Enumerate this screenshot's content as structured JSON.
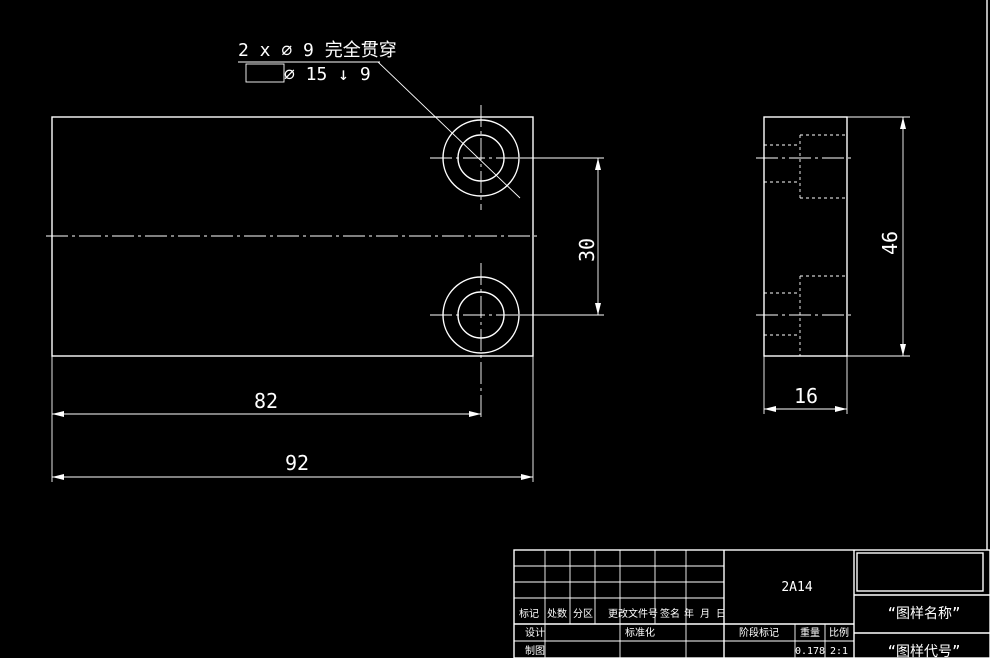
{
  "annotation": {
    "hole_callout": "2 x ⌀  9 完全贯穿",
    "counterbore": "⌀ 15 ↓ 9"
  },
  "dimensions": {
    "hole_to_edge": "82",
    "overall_length": "92",
    "hole_spacing": "30",
    "overall_height": "46",
    "thickness": "16"
  },
  "title_block": {
    "material": "2A14",
    "drawing_name": "“图样名称”",
    "drawing_code": "“图样代号”",
    "header_row": [
      "标记",
      "处数",
      "分区",
      "更改文件号",
      "签名",
      "年 月 日"
    ],
    "design_label": "设计",
    "standardization_label": "标准化",
    "drafting_label": "制图",
    "stage_mark_label": "阶段标记",
    "weight_label": "重量",
    "scale_label": "比例",
    "weight_value": "0.178",
    "scale_value": "2:1"
  },
  "colors": {
    "background": "#000000",
    "line": "#ffffff"
  }
}
